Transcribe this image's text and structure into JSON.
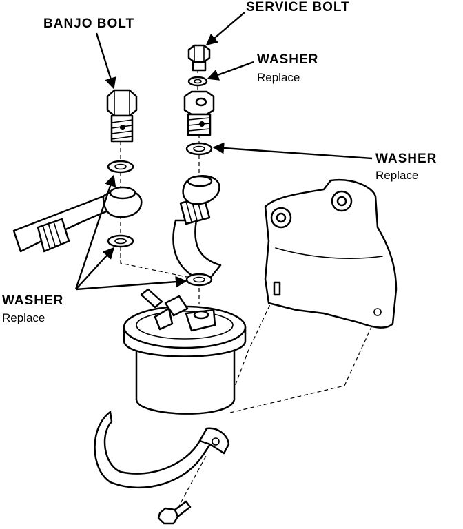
{
  "labels": {
    "banjo_bolt": "BANJO BOLT",
    "service_bolt": "SERVICE BOLT",
    "washer_top": {
      "name": "WASHER",
      "note": "Replace"
    },
    "washer_right": {
      "name": "WASHER",
      "note": "Replace"
    },
    "washer_left": {
      "name": "WASHER",
      "note": "Replace"
    }
  },
  "colors": {
    "ink": "#000000",
    "background": "#ffffff"
  }
}
